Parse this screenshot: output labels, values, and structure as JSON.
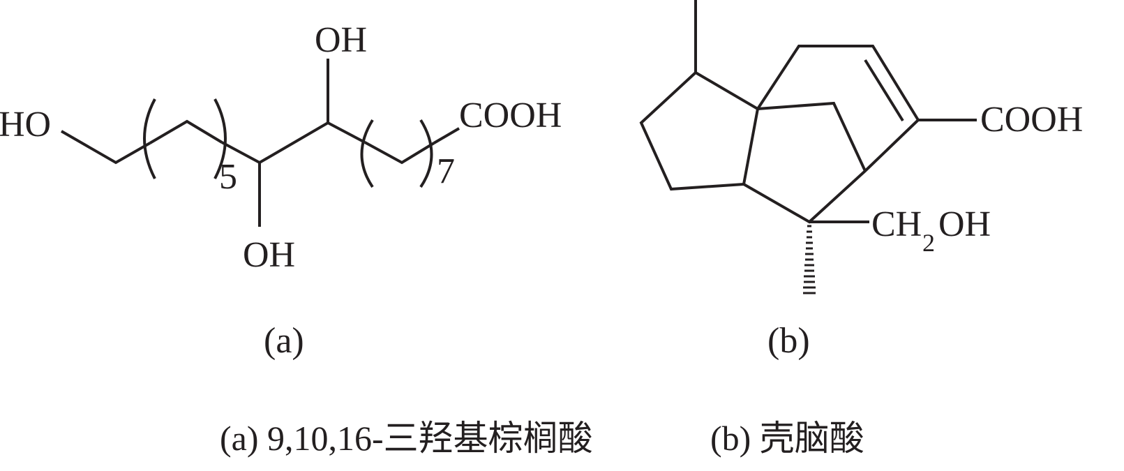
{
  "structure_a": {
    "ho_left": "HO",
    "oh_top": "OH",
    "oh_bottom": "OH",
    "cooh": "COOH",
    "repeat_5": "5",
    "repeat_7": "7",
    "panel_label": "(a)"
  },
  "structure_b": {
    "cooh": "COOH",
    "ch2oh_ch": "CH",
    "ch2oh_sub": "2",
    "ch2oh_oh": "OH",
    "panel_label": "(b)"
  },
  "caption": {
    "part_a": "(a) 9,10,16-三羟基棕榈酸",
    "part_b": "(b) 壳脑酸"
  }
}
